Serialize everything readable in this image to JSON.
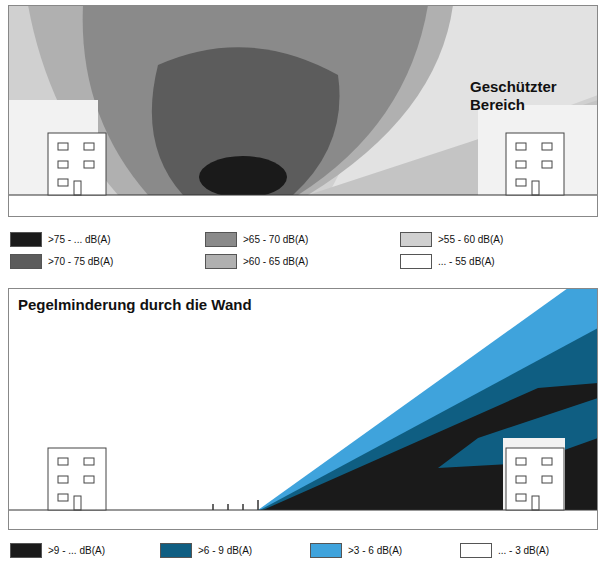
{
  "diagram": {
    "labels": [
      "Geschützter Bereich",
      "Pegelminderung durch die Wand"
    ],
    "legend": [
      {
        "text": ">75 - ... dB(A)",
        "color": "#1a1a1a"
      },
      {
        "text": ">70 - 75 dB(A)",
        "color": "#5c5c5c"
      },
      {
        "text": ">65 - 70 dB(A)",
        "color": "#8a8a8a"
      },
      {
        "text": ">60 - 65 dB(A)",
        "color": "#b0b0b0"
      },
      {
        "text": ">55 - 60 dB(A)",
        "color": "#d0d0d0"
      },
      {
        "text": "... - 55 dB(A)",
        "color": "#ffffff"
      },
      {
        "text": ">9 - ... dB(A)",
        "color": "#1a1a1a"
      },
      {
        "text": ">6 - 9 dB(A)",
        "color": "#0f5e82"
      },
      {
        "text": ">3 - 6 dB(A)",
        "color": "#3fa3dc"
      },
      {
        "text": "... - 3 dB(A)",
        "color": "#ffffff"
      }
    ]
  }
}
